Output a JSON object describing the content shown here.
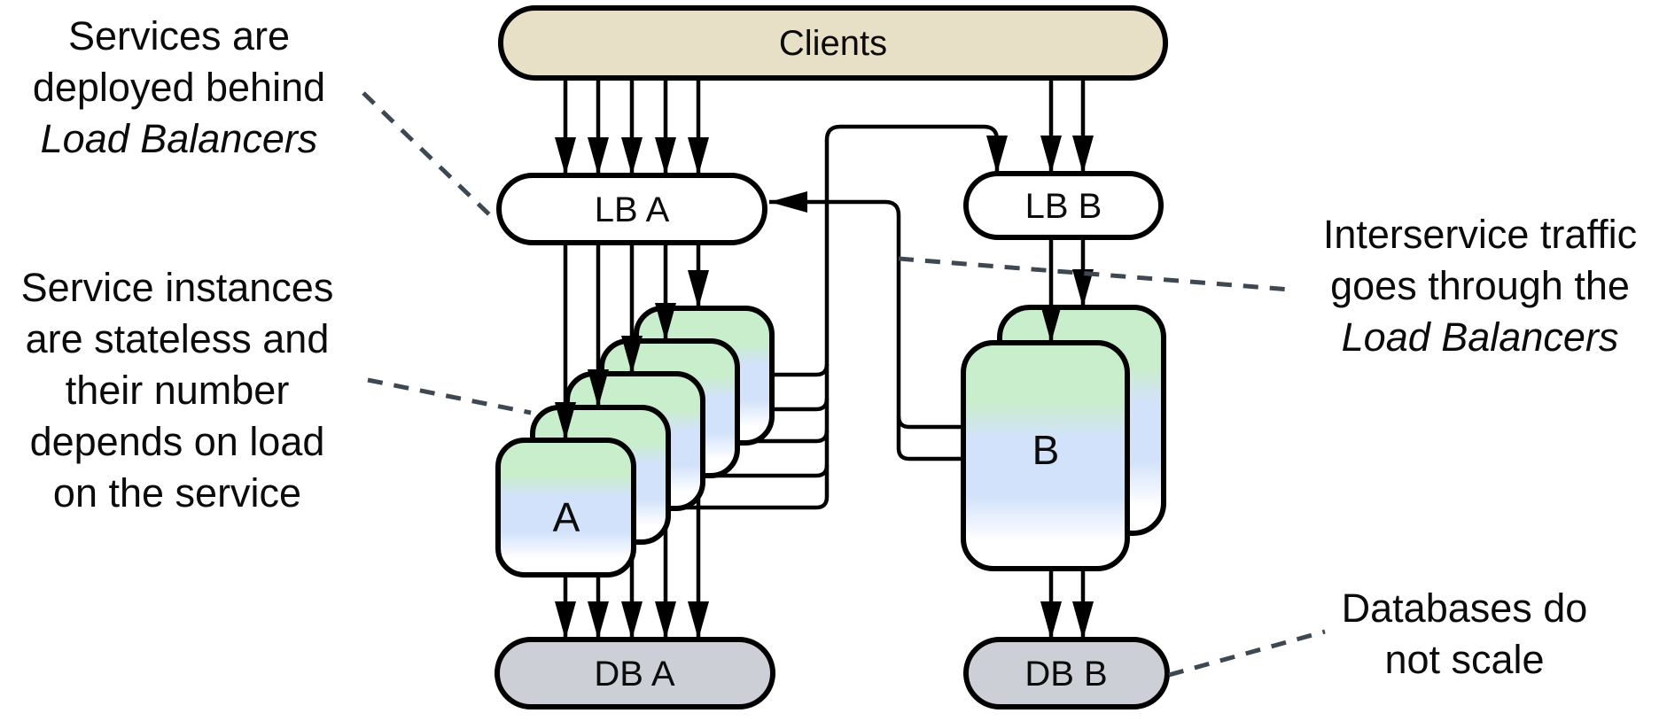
{
  "nodes": {
    "clients": {
      "label": "Clients"
    },
    "lb_a": {
      "label": "LB A"
    },
    "lb_b": {
      "label": "LB B"
    },
    "service_a": {
      "label": "A",
      "instances": 5
    },
    "service_b": {
      "label": "B",
      "instances": 2
    },
    "db_a": {
      "label": "DB A"
    },
    "db_b": {
      "label": "DB B"
    }
  },
  "annotations": {
    "services_behind_lb": {
      "lines": [
        "Services are",
        "deployed behind"
      ],
      "italic_line": "Load Balancers"
    },
    "stateless_instances": {
      "lines": [
        "Service instances",
        "are stateless and",
        "their number",
        "depends on load",
        "on the service"
      ]
    },
    "interservice_traffic": {
      "lines": [
        "Interservice traffic",
        "goes through the"
      ],
      "italic_line": "Load Balancers"
    },
    "databases_no_scale": {
      "lines": [
        "Databases do",
        "not scale"
      ]
    }
  },
  "colors": {
    "clients_fill": "#e8e0c6",
    "lb_fill": "#ffffff",
    "db_fill": "#ccd0d6",
    "card_green": "#c9eecb",
    "card_blue": "#d2e2fa",
    "card_white": "#ffffff",
    "line_color": "#000000",
    "dashed_line": "#3d4852"
  }
}
